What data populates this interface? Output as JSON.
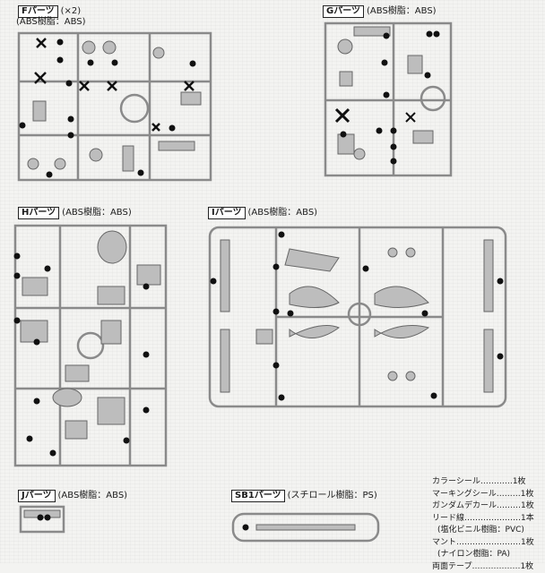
{
  "parts": {
    "F": {
      "tag": "Fパーツ",
      "mult": "(×2)",
      "material": "(ABS樹脂：ABS)"
    },
    "G": {
      "tag": "Gパーツ",
      "material": "(ABS樹脂：ABS)"
    },
    "H": {
      "tag": "Hパーツ",
      "material": "(ABS樹脂：ABS)"
    },
    "I": {
      "tag": "Iパーツ",
      "material": "(ABS樹脂：ABS)"
    },
    "J": {
      "tag": "Jパーツ",
      "material": "(ABS樹脂：ABS)"
    },
    "SB1": {
      "tag": "SB1パーツ",
      "material": "(スチロール樹脂：PS)"
    }
  },
  "legend": [
    {
      "text": "カラーシール…………1枚"
    },
    {
      "text": "マーキングシール………1枚"
    },
    {
      "text": "ガンダムデカール………1枚"
    },
    {
      "text": "リード線…………………1本"
    },
    {
      "text": "(塩化ビニル樹脂：PVC)",
      "indent": true
    },
    {
      "text": "マント……………………1枚"
    },
    {
      "text": "(ナイロン樹脂：PA)",
      "indent": true
    },
    {
      "text": "両面テープ………………1枚"
    }
  ],
  "colors": {
    "runner": "#8a8a8a",
    "runner_fill": "#bdbdbd",
    "marker": "#111111"
  }
}
